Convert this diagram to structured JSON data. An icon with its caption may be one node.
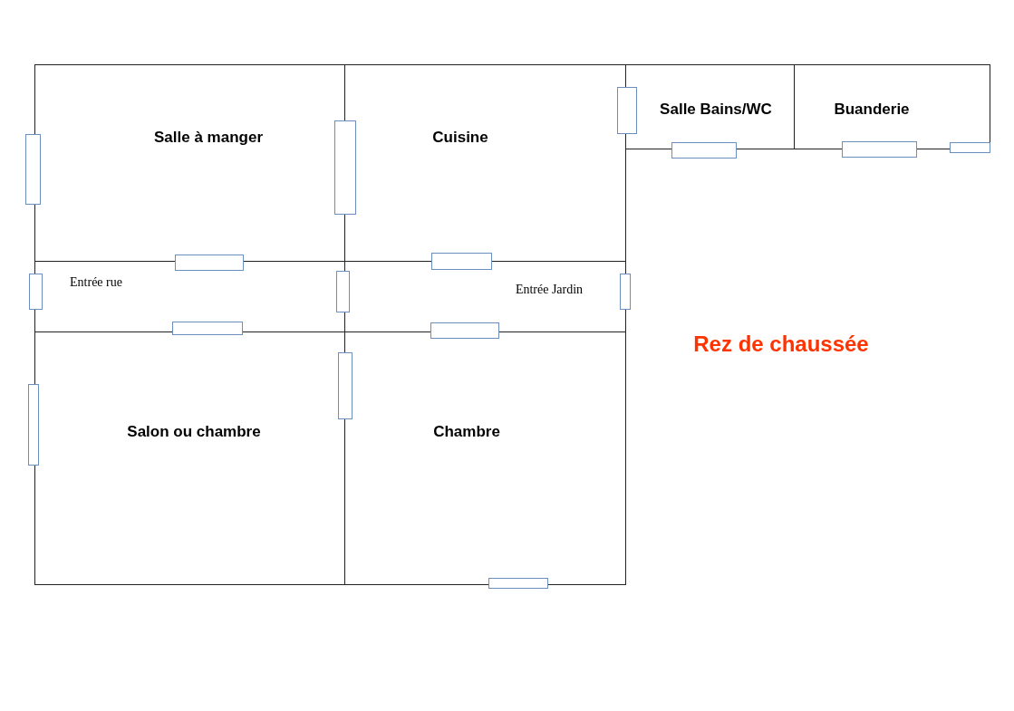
{
  "diagram": {
    "title": "Rez de chaussée",
    "nodes": [
      {
        "text": [
          "Salle à manger"
        ]
      },
      {
        "text": [
          "Cuisine"
        ]
      },
      {
        "text": [
          "Salle Bains/WC"
        ]
      },
      {
        "text": [
          "Buanderie"
        ]
      },
      {
        "text": [
          "Entrée rue"
        ]
      },
      {
        "text": [
          "Entrée Jardin"
        ]
      },
      {
        "text": [
          "Salon ou chambre"
        ]
      },
      {
        "text": [
          "Chambre"
        ]
      }
    ]
  }
}
